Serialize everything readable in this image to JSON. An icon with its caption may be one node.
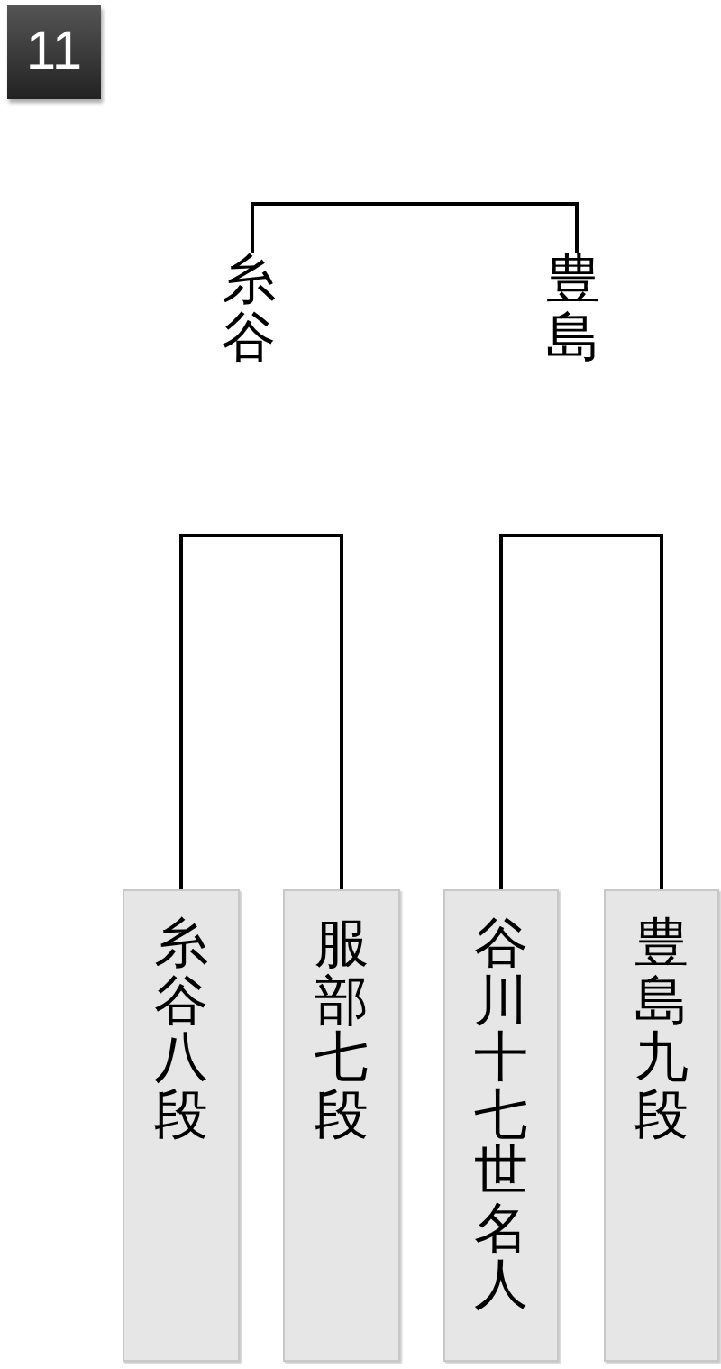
{
  "diagram": {
    "nodes": [
      {
        "text": [
          "糸谷"
        ]
      },
      {
        "text": [
          "豊島"
        ]
      },
      {
        "text": [
          "糸谷八段"
        ]
      },
      {
        "text": [
          "服部七段"
        ]
      },
      {
        "text": [
          "谷川十七世名人"
        ]
      },
      {
        "text": [
          "豊島九段"
        ]
      }
    ],
    "edges": [
      {
        "from": 0,
        "to": 1,
        "arrow": "none"
      },
      {
        "from": 2,
        "to": 3,
        "arrow": "none"
      },
      {
        "from": 4,
        "to": 5,
        "arrow": "none"
      }
    ],
    "labels": [
      "11"
    ]
  }
}
